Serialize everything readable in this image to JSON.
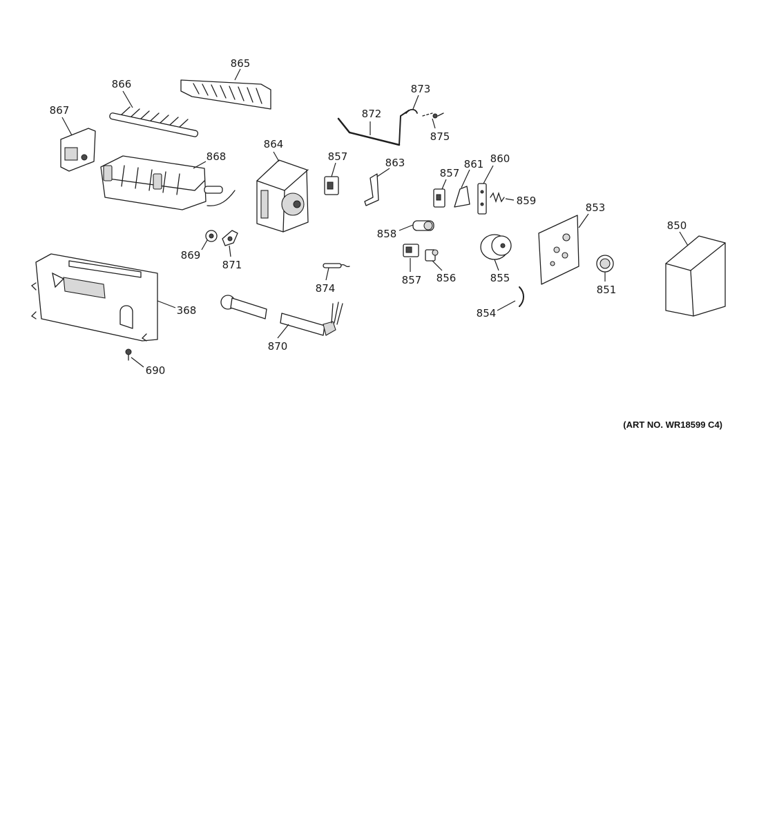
{
  "diagram": {
    "callouts": {
      "c865": "865",
      "c866": "866",
      "c867": "867",
      "c868": "868",
      "c864": "864",
      "c872": "872",
      "c873": "873",
      "c875": "875",
      "c857a": "857",
      "c863": "863",
      "c857b": "857",
      "c861": "861",
      "c860": "860",
      "c859": "859",
      "c853": "853",
      "c850": "850",
      "c858": "858",
      "c869": "869",
      "c871": "871",
      "c874": "874",
      "c857c": "857",
      "c856": "856",
      "c855": "855",
      "c851": "851",
      "c368": "368",
      "c854": "854",
      "c870": "870",
      "c690": "690"
    },
    "art_number": "(ART NO. WR18599 C4)"
  }
}
